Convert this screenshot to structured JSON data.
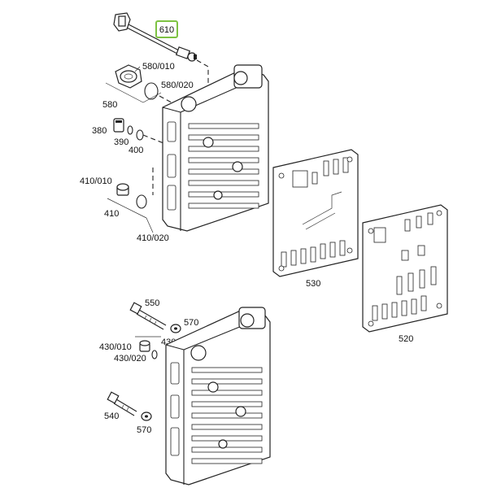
{
  "callouts": {
    "c610": "610",
    "c580_010": "580/010",
    "c580_020": "580/020",
    "c580": "580",
    "c380": "380",
    "c390": "390",
    "c400": "400",
    "c410_010": "410/010",
    "c410": "410",
    "c410_020": "410/020",
    "c530": "530",
    "c520": "520",
    "c550": "550",
    "c570a": "570",
    "c430": "430",
    "c430_010": "430/010",
    "c430_020": "430/020",
    "c540": "540",
    "c570b": "570"
  },
  "highlight_color": "#7dc242"
}
